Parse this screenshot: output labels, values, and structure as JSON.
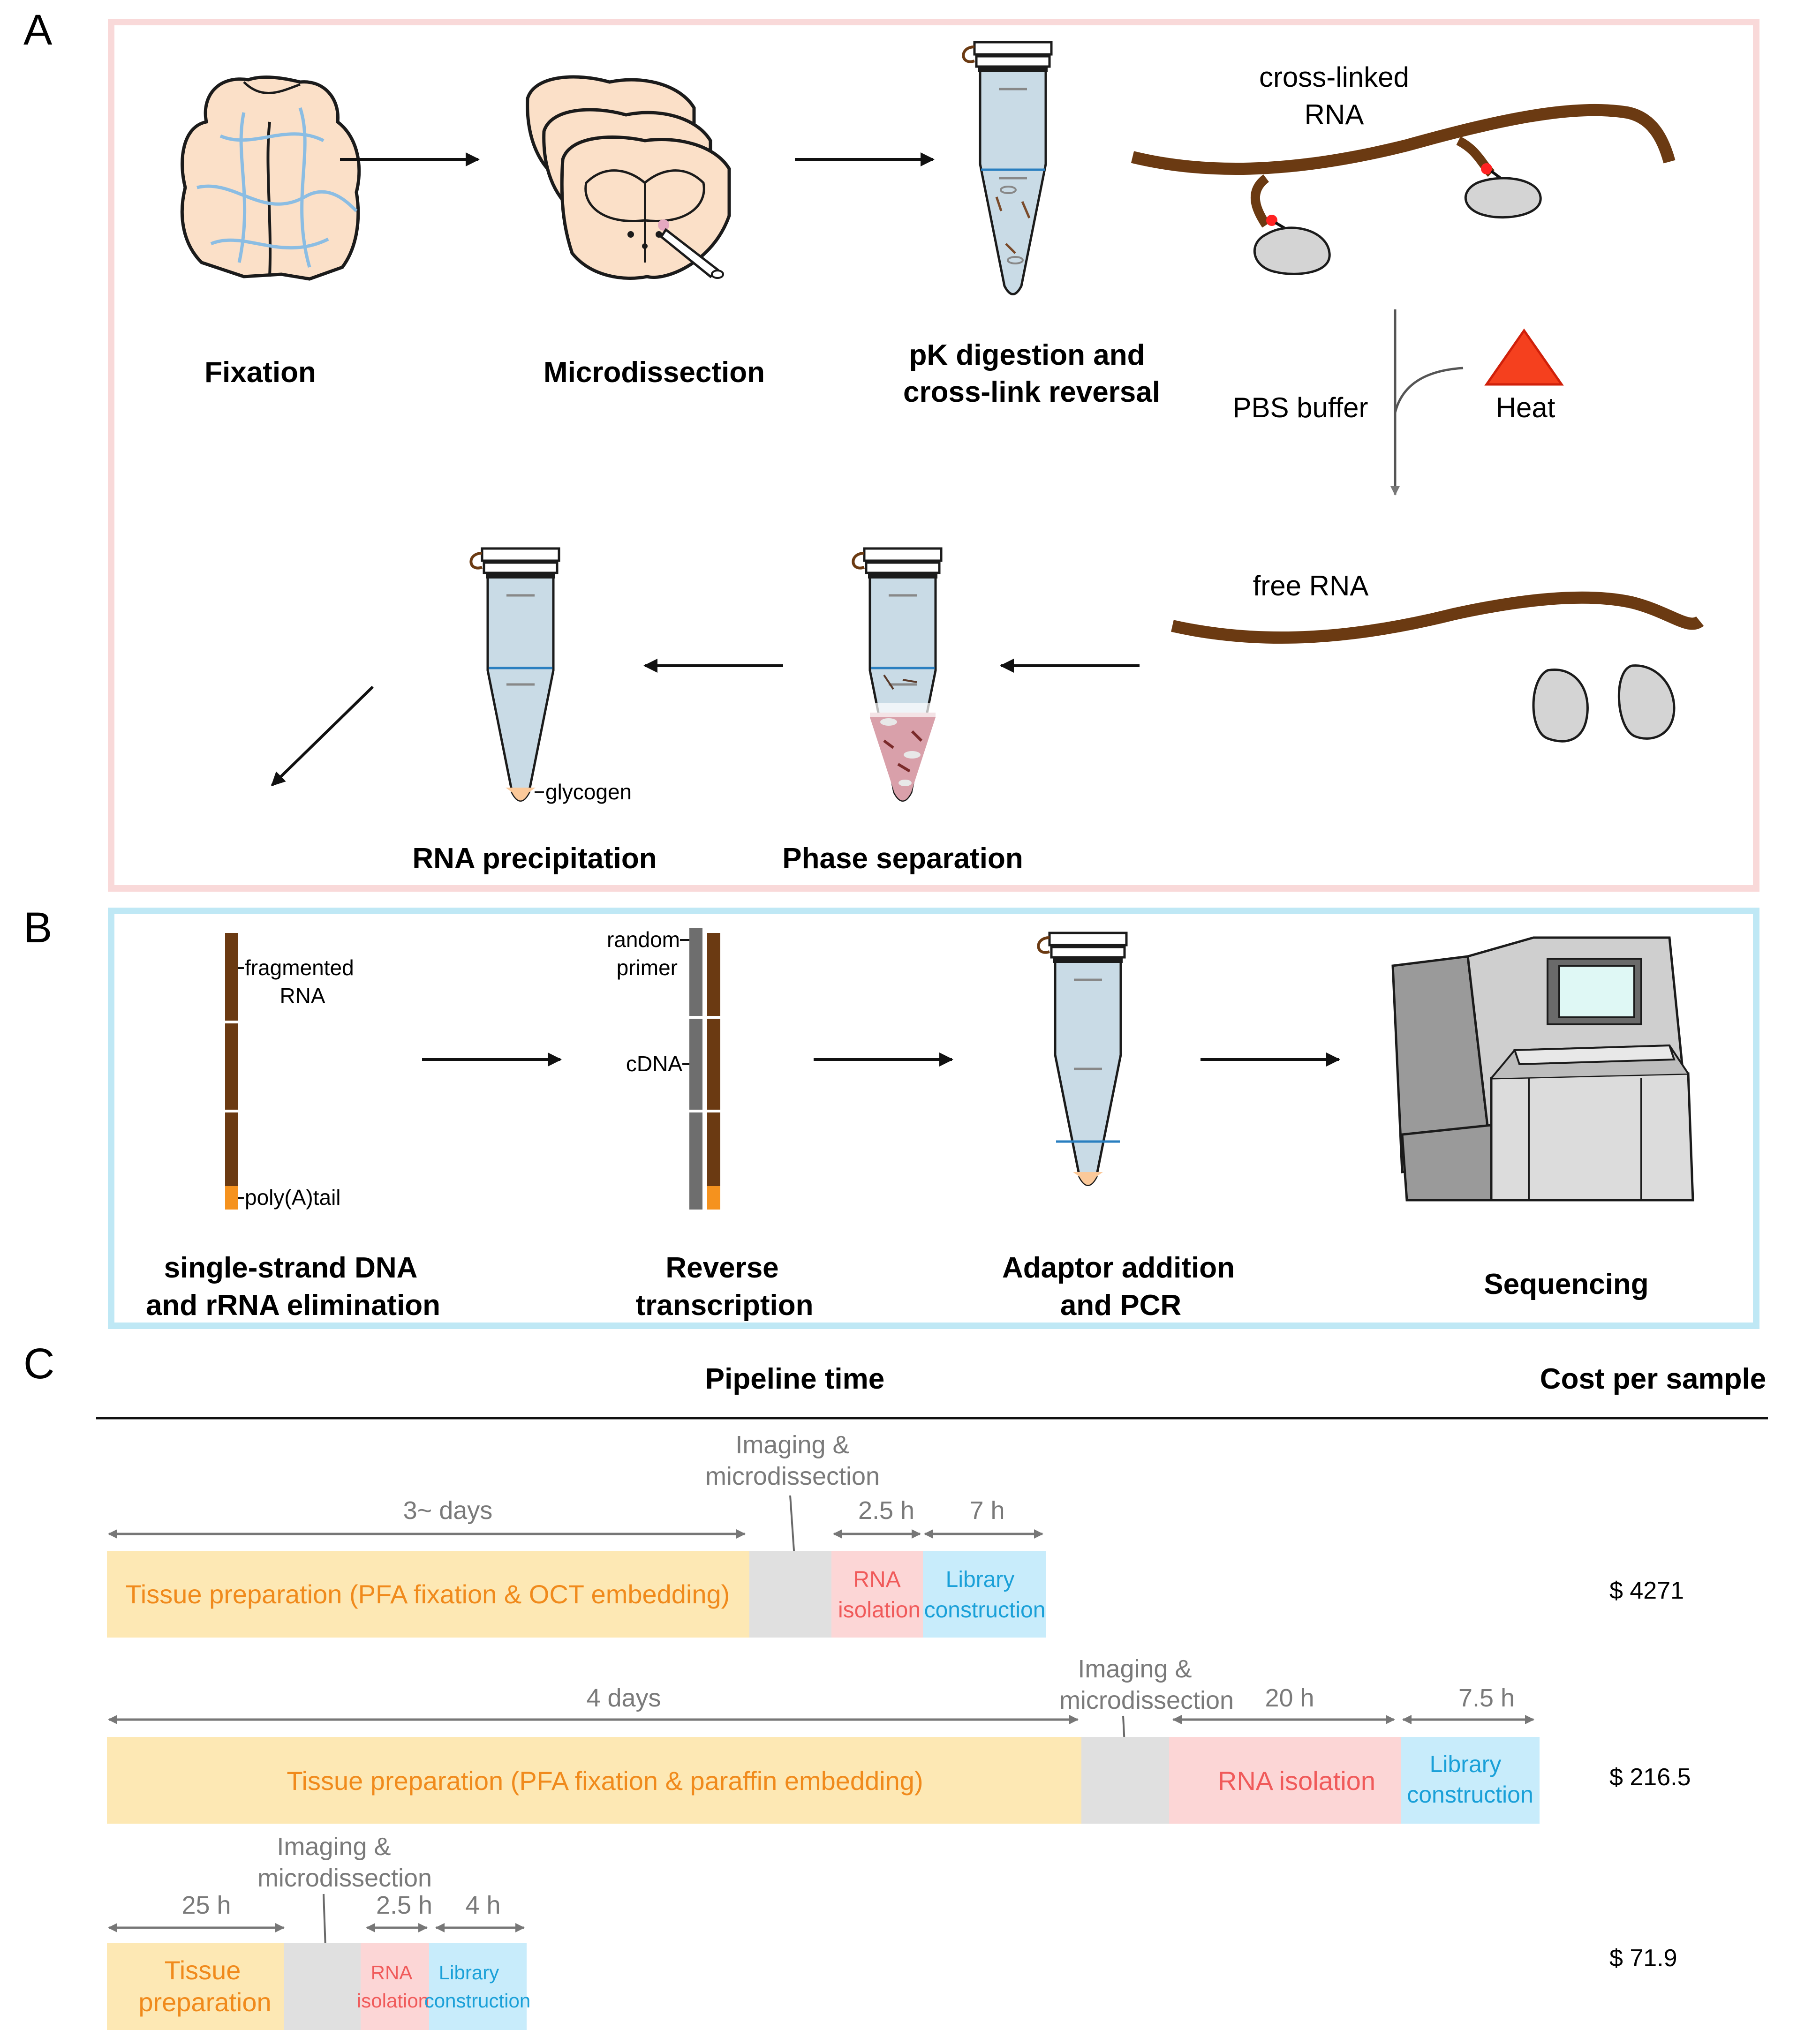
{
  "panel_letters": {
    "a": "A",
    "b": "B",
    "c": "C"
  },
  "panel_a": {
    "fixation": "Fixation",
    "microdissection": "Microdissection",
    "pk_line1": "pK digestion and",
    "pk_line2": "cross-link reversal",
    "crosslinked_line1": "cross-linked",
    "crosslinked_line2": "RNA",
    "pbs_buffer": "PBS buffer",
    "heat": "Heat",
    "free_rna": "free RNA",
    "glycogen": "glycogen",
    "rna_precipitation": "RNA precipitation",
    "phase_separation": "Phase separation"
  },
  "panel_b": {
    "fragmented_line1": "fragmented",
    "fragmented_line2": "RNA",
    "polya": "poly(A)tail",
    "random_line1": "random",
    "random_line2": "primer",
    "cdna": "cDNA",
    "step1_line1": "single-strand DNA",
    "step1_line2": "and rRNA elimination",
    "step2_line1": "Reverse",
    "step2_line2": "transcription",
    "step3_line1": "Adaptor addition",
    "step3_line2": "and PCR",
    "step4": "Sequencing"
  },
  "panel_c": {
    "pipeline_time": "Pipeline  time",
    "cost_per_sample": "Cost per sample",
    "row1": {
      "imaging_line1": "Imaging &",
      "imaging_line2": "microdissection",
      "dur_tissue": "3~ days",
      "dur_rna": "2.5 h",
      "dur_lib": "7 h",
      "tissue": "Tissue preparation (PFA fixation & OCT embedding)",
      "rna_line1": "RNA",
      "rna_line2": "isolation",
      "lib_line1": "Library",
      "lib_line2": "construction",
      "cost": "$ 4271"
    },
    "row2": {
      "imaging_line1": "Imaging &",
      "imaging_line2": "microdissection",
      "dur_tissue": "4 days",
      "dur_rna": "20 h",
      "dur_lib": "7.5 h",
      "tissue": "Tissue preparation (PFA fixation & paraffin embedding)",
      "rna": "RNA isolation",
      "lib_line1": "Library",
      "lib_line2": "construction",
      "cost": "$ 216.5"
    },
    "row3": {
      "imaging_line1": "Imaging &",
      "imaging_line2": "microdissection",
      "dur_tissue": "25 h",
      "dur_rna": "2.5 h",
      "dur_lib": "4 h",
      "tissue_line1": "Tissue",
      "tissue_line2": "preparation",
      "rna_line1": "RNA",
      "rna_line2": "isolation",
      "lib_line1": "Library",
      "lib_line2": "construction",
      "cost": "$ 71.9"
    }
  },
  "colors": {
    "panel_a_border": "#f9d9d9",
    "panel_b_border": "#bfe8f5",
    "tissue_fill": "#fde8b4",
    "tissue_text": "#f08a1c",
    "imaging_fill": "#e0e0e0",
    "rna_fill": "#fcd6d6",
    "rna_text": "#f05a5a",
    "library_fill": "#c8ecfb",
    "library_text": "#1aa0d8",
    "rna_strand": "#6b3a12",
    "polya": "#f5921e",
    "heat": "#f5401e"
  }
}
